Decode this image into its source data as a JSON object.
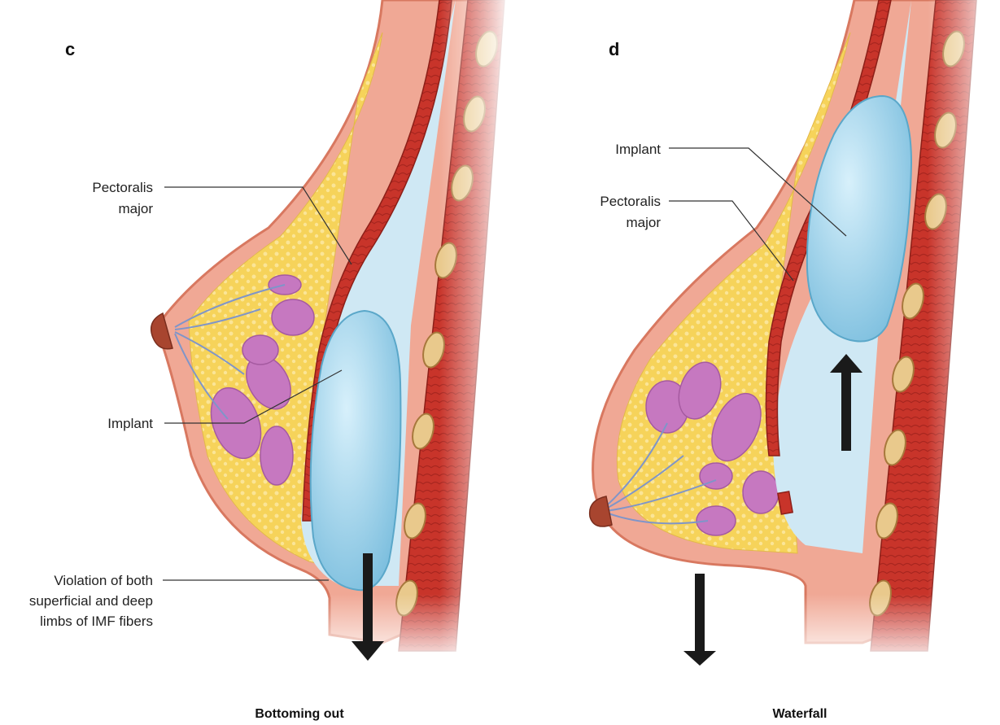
{
  "panels": [
    {
      "letter": "c",
      "caption": "Bottoming out",
      "labels": {
        "pectoralis": [
          "Pectoralis",
          "major"
        ],
        "implant": "Implant",
        "imf": [
          "Violation of both",
          "superficial and deep",
          "limbs of IMF fibers"
        ]
      }
    },
    {
      "letter": "d",
      "caption": "Waterfall",
      "labels": {
        "implant": "Implant",
        "pectoralis": [
          "Pectoralis",
          "major"
        ]
      }
    }
  ],
  "colors": {
    "skin": "#f0a895",
    "skin_edge": "#d87860",
    "fat": "#f6d35a",
    "muscle": "#c8342a",
    "implant": "#9fd3ea",
    "pocket": "#cfe8f4",
    "gland": "#c678c0",
    "rib": "#e9c98c",
    "arrow": "#1a1a1a"
  }
}
